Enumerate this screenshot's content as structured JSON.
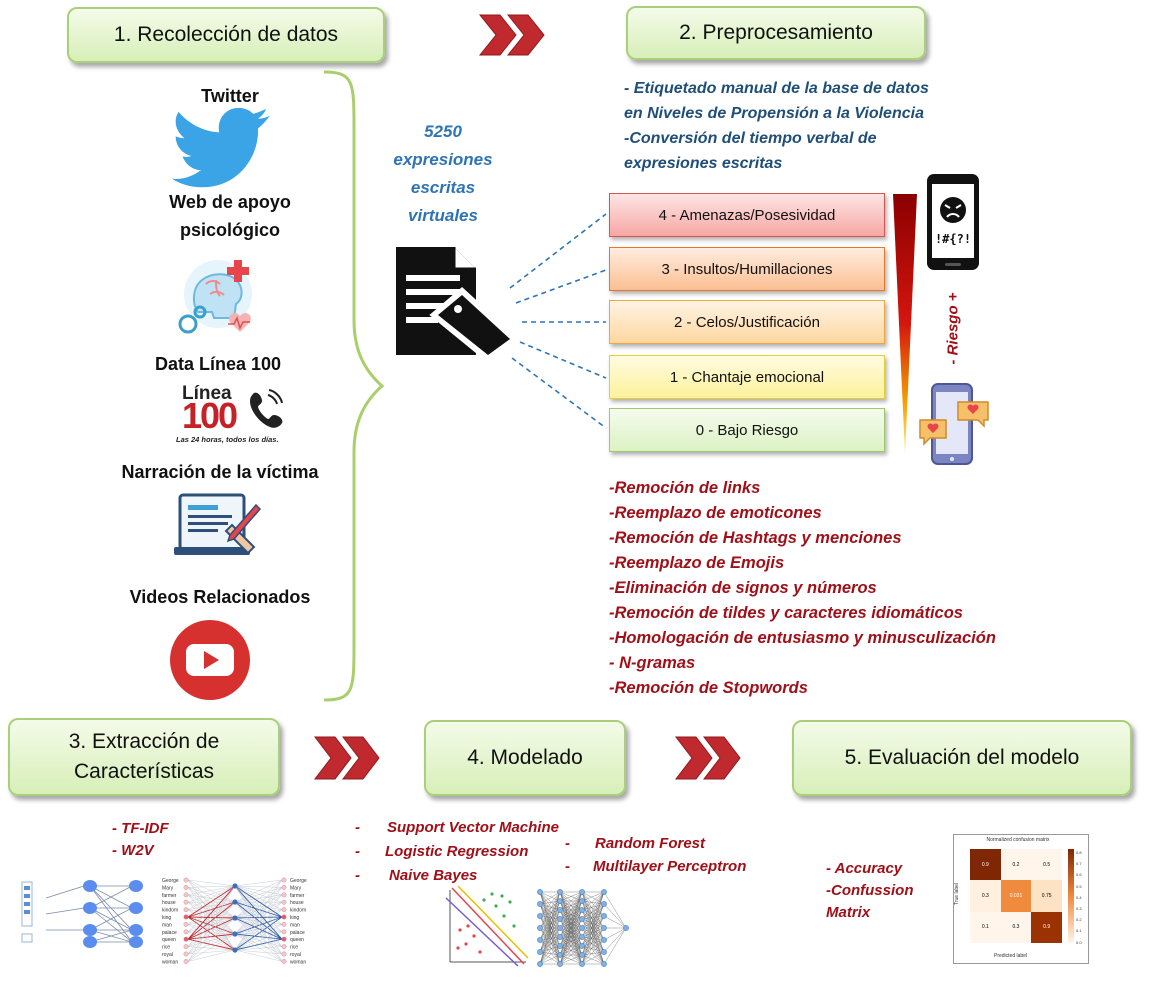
{
  "steps": {
    "s1": "1. Recolección de datos",
    "s2": "2. Preprocesamiento",
    "s3_line1": "3. Extracción de",
    "s3_line2": "Características",
    "s4": "4. Modelado",
    "s5": "5. Evaluación del modelo"
  },
  "sources": {
    "twitter": "Twitter",
    "web_line1": "Web de apoyo",
    "web_line2": "psicológico",
    "linea100": "Data  Línea 100",
    "narracion": "Narración de la víctima",
    "videos": "Videos Relacionados"
  },
  "linea100_logo": {
    "top": "Línea",
    "number": "100",
    "tagline": "Las 24 horas, todos los días."
  },
  "expressions": {
    "count": "5250",
    "l1": "expresiones",
    "l2": "escritas",
    "l3": "virtuales"
  },
  "labeling": [
    "- Etiquetado manual de la base de datos",
    "en Niveles de Propensión a la Violencia",
    "-Conversión del tiempo verbal de",
    "expresiones escritas"
  ],
  "levels": [
    {
      "label": "4 - Amenazas/Posesividad",
      "bg": "#f7a7a4",
      "border": "#d9534f"
    },
    {
      "label": "3 - Insultos/Humillaciones",
      "bg": "#fbbf92",
      "border": "#e4782b"
    },
    {
      "label": "2 - Celos/Justificación",
      "bg": "#fdd7a0",
      "border": "#f0a640"
    },
    {
      "label": "1 - Chantaje emocional",
      "bg": "#fdf29a",
      "border": "#e6cd33"
    },
    {
      "label": "0 - Bajo Riesgo",
      "bg": "#dcf2c4",
      "border": "#9cc96b"
    }
  ],
  "risk_label": "- Riesgo +",
  "phone_text": "!#{?!",
  "preprocessing_steps": [
    "-Remoción de links",
    "-Reemplazo de emoticones",
    "-Remoción de Hashtags y menciones",
    "-Reemplazo de Emojis",
    "-Eliminación de signos y números",
    "-Remoción de tildes y caracteres idiomáticos",
    "-Homologación de entusiasmo y minusculización",
    "- N-gramas",
    "-Remoción de Stopwords"
  ],
  "features": [
    "- TF-IDF",
    "- W2V"
  ],
  "models": {
    "m1": "Support Vector Machine",
    "m2": "Logistic Regression",
    "m3": "Naive Bayes",
    "m4": "Random Forest",
    "m5": "Multilayer Perceptron",
    "dash": "-"
  },
  "evaluation": [
    "- Accuracy",
    "-Confussion",
    "Matrix"
  ],
  "w2v_words": [
    "George",
    "Mary",
    "farmer",
    "house",
    "kindom",
    "king",
    "man",
    "palace",
    "queen",
    "rice",
    "royal",
    "woman"
  ],
  "confusion_matrix": {
    "title": "Normalized confusion matrix",
    "values": [
      [
        "0.9",
        "0.2",
        "0.5"
      ],
      [
        "0.3",
        "0.031",
        "0.75"
      ],
      [
        "0.1",
        "0.3",
        "0.9"
      ]
    ],
    "ylabel": "True label",
    "xlabel": "Predicted label",
    "colorbar_ticks": [
      "0.8",
      "0.7",
      "0.6",
      "0.5",
      "0.4",
      "0.3",
      "0.2",
      "0.1",
      "0.0"
    ]
  },
  "colors": {
    "arrow": "#c0292e",
    "brace": "#a8cf6c",
    "red_text": "#a01018",
    "blue_text": "#1f4e79"
  }
}
